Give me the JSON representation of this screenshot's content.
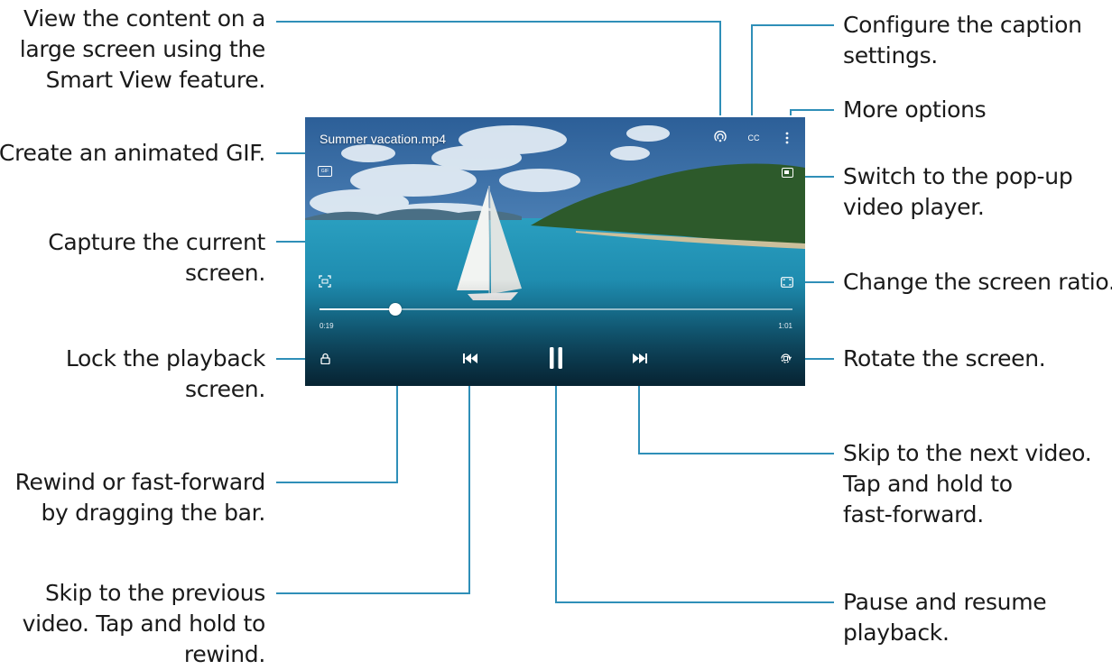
{
  "player": {
    "file_name": "Summer vacation.mp4",
    "elapsed": "0:19",
    "duration": "1:01",
    "progress_fraction": 0.16,
    "cc_label": "CC",
    "gif_label": "GIF"
  },
  "callouts": {
    "smart_view": [
      "View the content on a",
      "large screen using the",
      "Smart View feature."
    ],
    "gif": [
      "Create an animated GIF."
    ],
    "capture": [
      "Capture the current",
      "screen."
    ],
    "lock": [
      "Lock the playback",
      "screen."
    ],
    "seek": [
      "Rewind or fast-forward",
      "by dragging the bar."
    ],
    "previous": [
      "Skip to the previous",
      "video. Tap and hold to",
      "rewind."
    ],
    "captions": [
      "Configure the caption",
      "settings."
    ],
    "more": [
      "More options"
    ],
    "popup": [
      "Switch to the pop-up",
      "video player."
    ],
    "ratio": [
      "Change the screen ratio."
    ],
    "rotate": [
      "Rotate the screen."
    ],
    "next": [
      "Skip to the next video.",
      "Tap and hold to",
      "fast-forward."
    ],
    "pause": [
      "Pause and resume",
      "playback."
    ]
  },
  "colors": {
    "leader_line": "#2f8fb8",
    "sky_top": "#3a6fa6",
    "sea": "#1f8fb0",
    "island": "#2e5a2a"
  }
}
